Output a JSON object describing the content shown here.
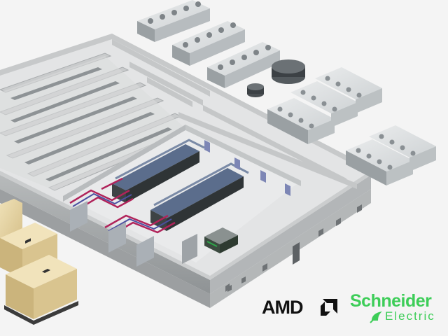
{
  "logos": {
    "amd": {
      "text": "AMD",
      "icon": "amd-arrow-icon"
    },
    "schneider": {
      "top": "Schneider",
      "bottom": "Electric",
      "icon": "schneider-life-is-on-icon"
    }
  },
  "colors": {
    "background": "#f4f4f4",
    "wall_top": "#c6c8c9",
    "wall_side": "#9fa2a4",
    "floor": "#e6e7e8",
    "rack": "#2f3436",
    "pipe": "#b0235a",
    "schneider_green": "#3dcd58",
    "generator": "#e8d7a8"
  }
}
